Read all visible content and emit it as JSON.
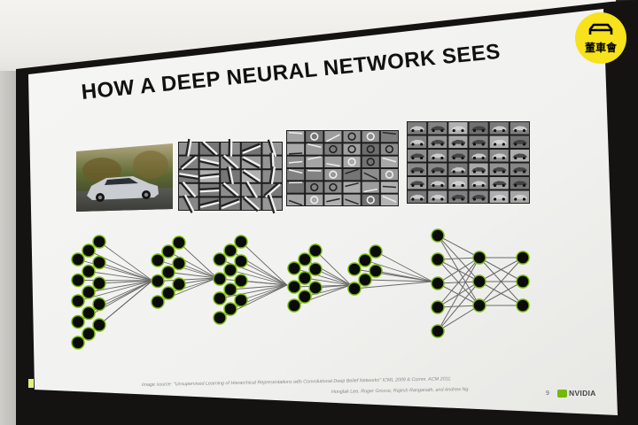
{
  "slide": {
    "title": "HOW A DEEP NEURAL NETWORK SEES",
    "source_line1": "Image source: \"Unsupervised Learning of Hierarchical Representations with Convolutional Deep Belief Networks\" ICML 2009 & Comm. ACM 2011.",
    "source_line2": "Honglak Lee, Roger Grosse, Rajesh Ranganath, and Andrew Ng.",
    "page_number": "9",
    "brand": "NVIDIA"
  },
  "feature_panels": [
    {
      "kind": "photo",
      "subject": "car"
    },
    {
      "kind": "edge-filters",
      "grid": "5x5"
    },
    {
      "kind": "part-filters",
      "grid": "6x6"
    },
    {
      "kind": "object-filters",
      "grid": "6x6"
    }
  ],
  "watermark": {
    "text": "董車會"
  },
  "colors": {
    "node_fill": "#0b0b0b",
    "node_ring": "#76b900",
    "connection": "#6a6a6a",
    "brand_green": "#76b900",
    "watermark": "#f7e21b"
  }
}
